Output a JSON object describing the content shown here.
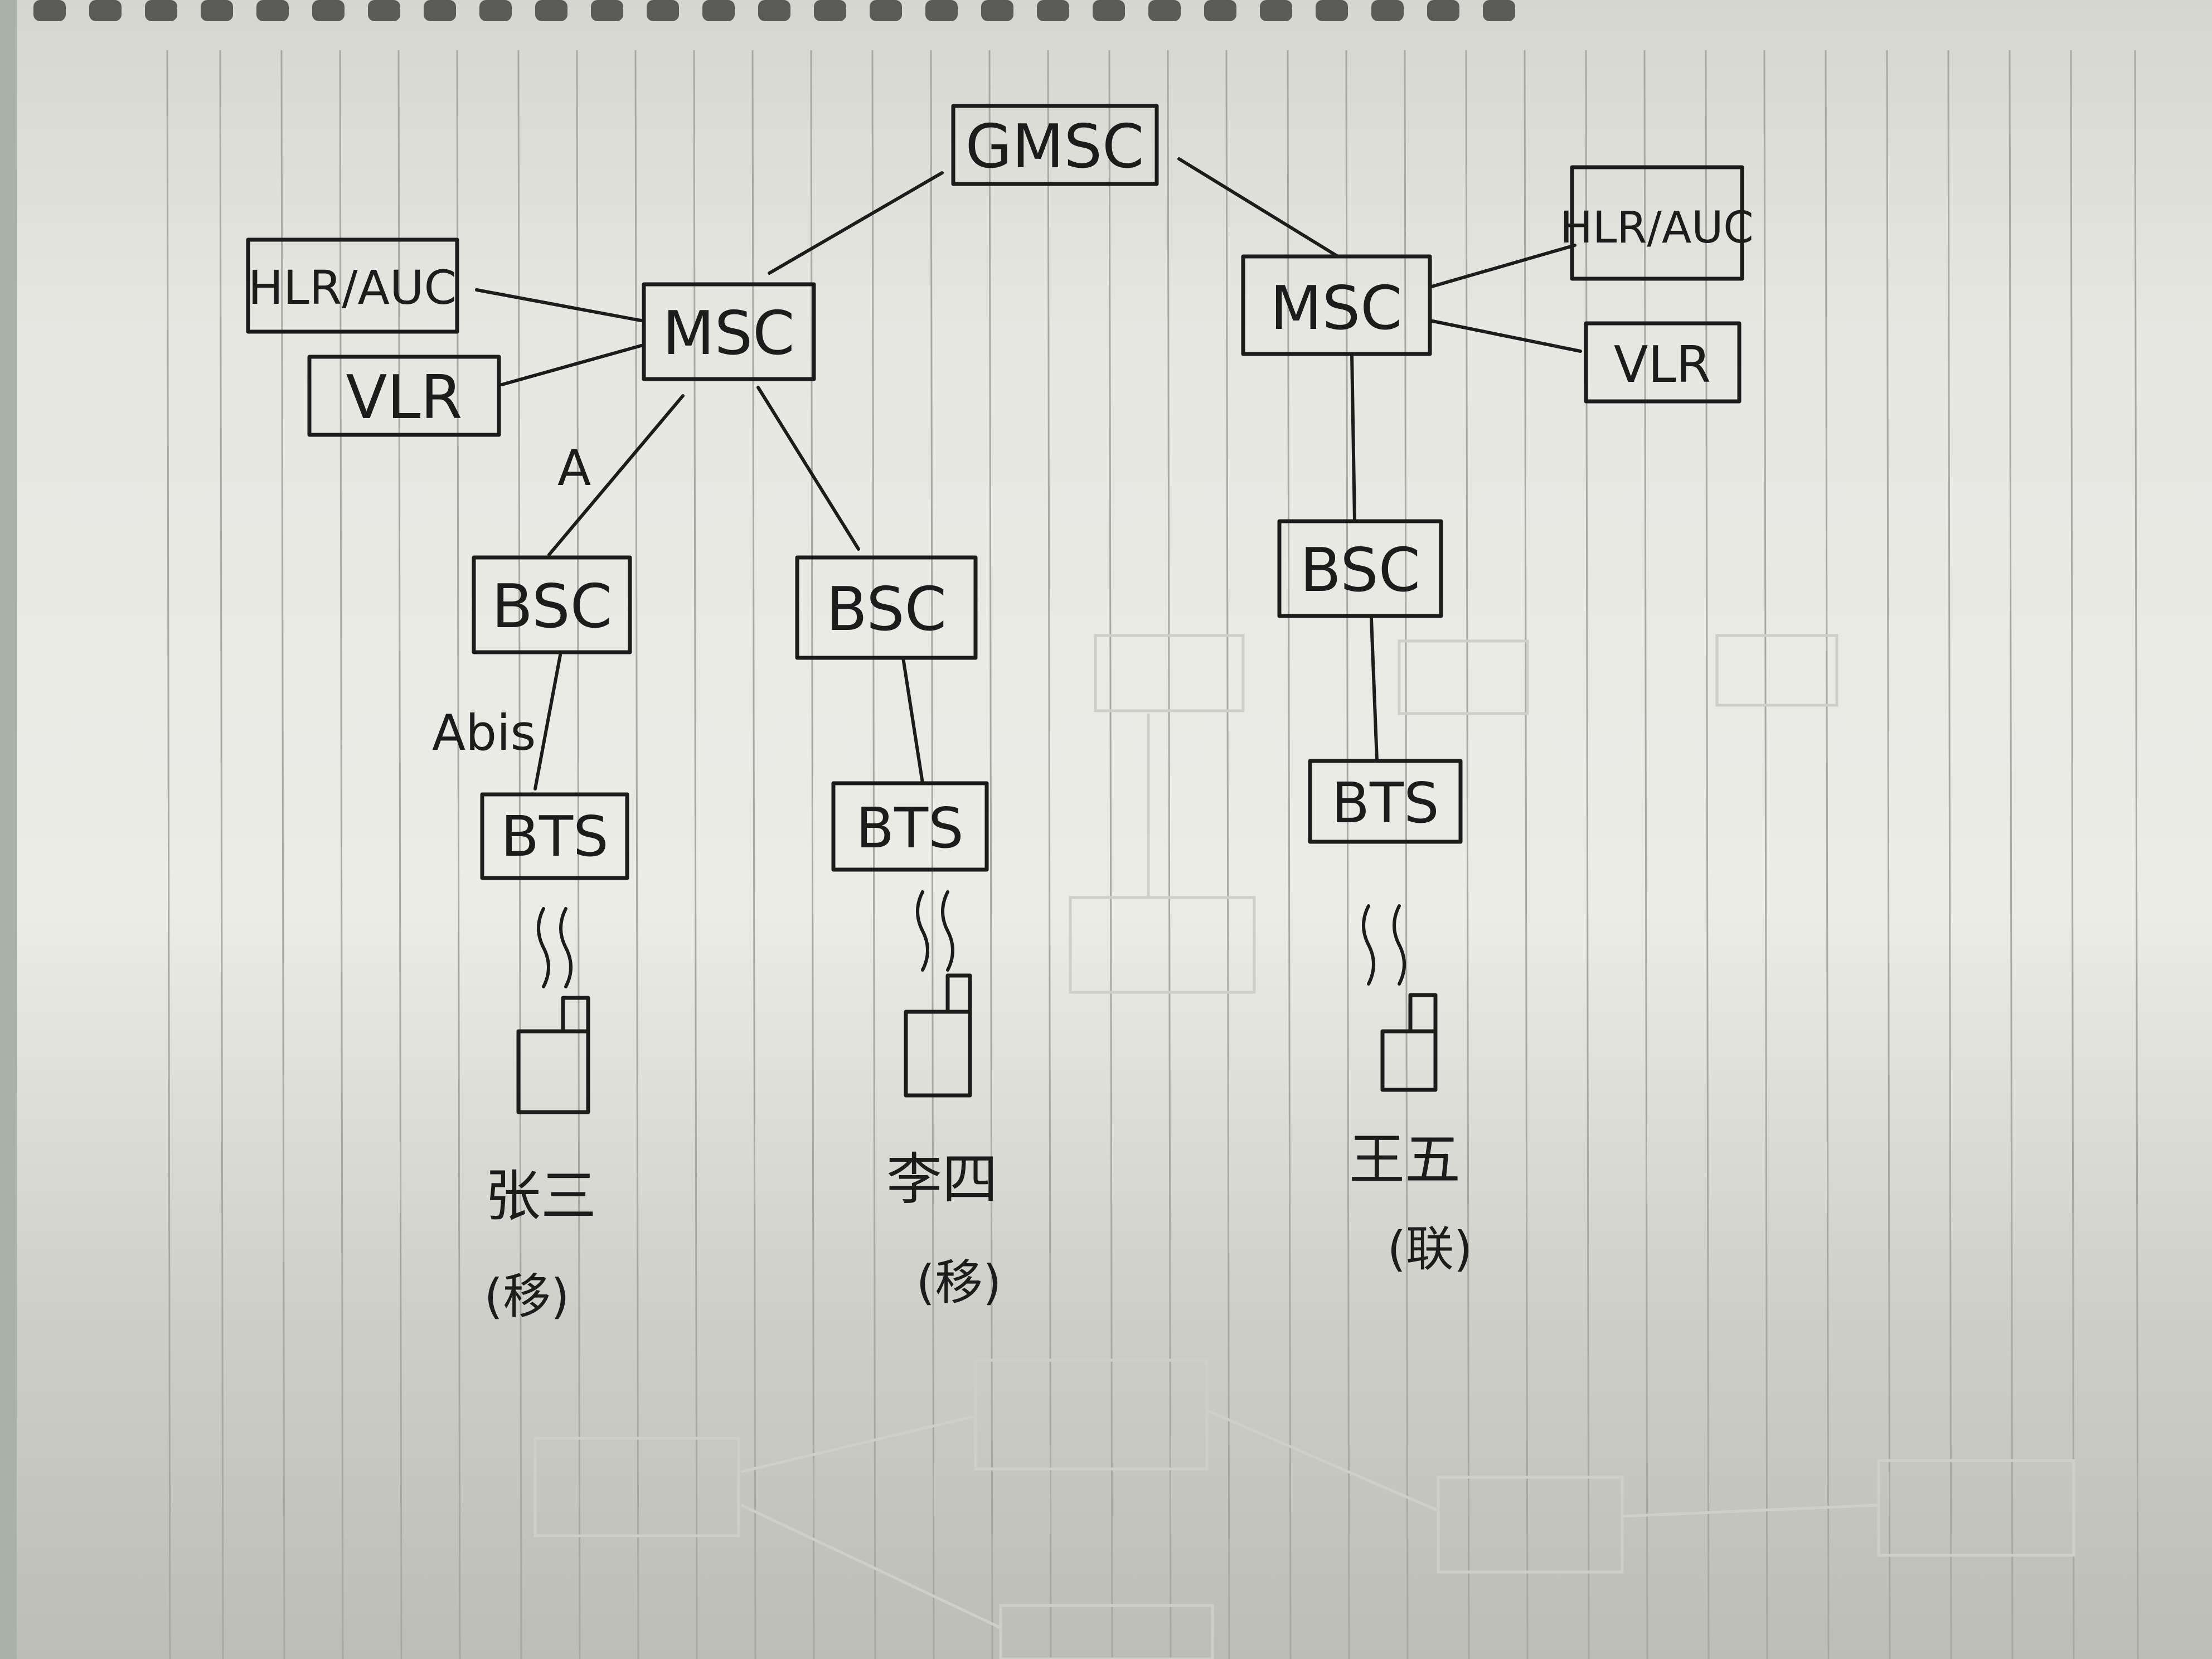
{
  "nodes": {
    "gmsc": "GMSC",
    "msc_left": "MSC",
    "msc_right": "MSC",
    "hlr_left": "HLR/AUC",
    "hlr_right": "HLR/AUC",
    "vlr_left": "VLR",
    "vlr_right": "VLR",
    "bsc_1": "BSC",
    "bsc_2": "BSC",
    "bsc_3": "BSC",
    "bts_1": "BTS",
    "bts_2": "BTS",
    "bts_3": "BTS"
  },
  "interfaces": {
    "a_label": "A",
    "abis_label": "Abis"
  },
  "users": [
    {
      "name": "张三",
      "carrier": "(移)"
    },
    {
      "name": "李四",
      "carrier": "(移)"
    },
    {
      "name": "王五",
      "carrier": "(联)"
    }
  ],
  "colors": {
    "ink": "#1c1c1c",
    "paper": "#ecece7",
    "rule_line": "#a9a9a4",
    "ghost": "#cfcfca"
  }
}
